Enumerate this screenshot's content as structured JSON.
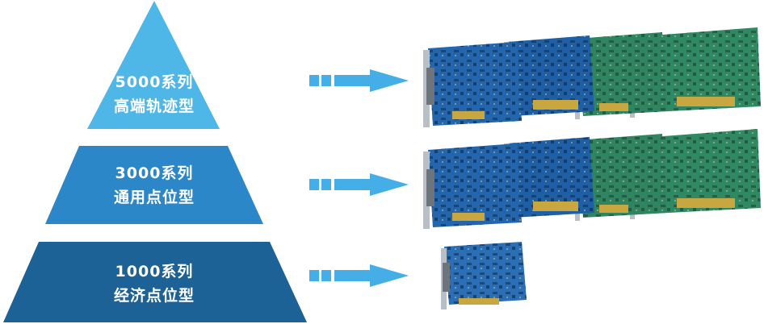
{
  "tiers": [
    {
      "series": "5000系列",
      "category": "高端轨迹型",
      "color": "#4fb6e8",
      "text_color": "#ffffff"
    },
    {
      "series": "3000系列",
      "category": "通用点位型",
      "color": "#2c87c8",
      "text_color": "#ffffff"
    },
    {
      "series": "1000系列",
      "category": "经济点位型",
      "color": "#1d6296",
      "text_color": "#ffffff"
    }
  ],
  "arrow_color": "#45aee6",
  "board_colors": {
    "blue_pcb": "#1f5fa6",
    "green_pcb": "#2f8a63",
    "bracket": "#b9bfc6"
  }
}
